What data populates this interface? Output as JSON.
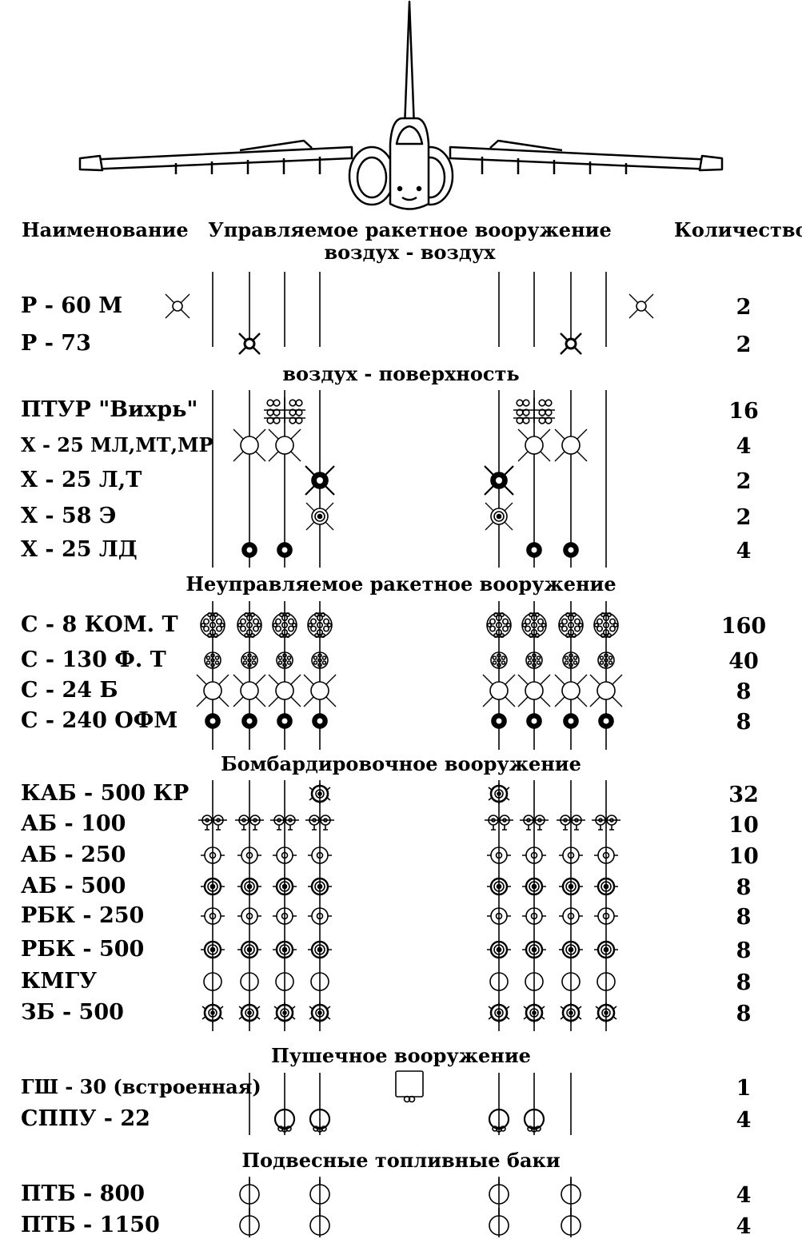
{
  "headers": {
    "name": "Наименование",
    "weapons_line1": "Управляемое ракетное вооружение",
    "weapons_line2": "воздух - воздух",
    "quantity": "Количество"
  },
  "sections": [
    {
      "title": "",
      "rows": [
        {
          "name": "Р - 60 М",
          "quantity": "2",
          "icon": "cross-small-icon",
          "stations": [
            1,
            11
          ]
        },
        {
          "name": "Р - 73",
          "quantity": "2",
          "icon": "cross-dark-small-icon",
          "stations": [
            3,
            9
          ]
        }
      ]
    },
    {
      "title": "воздух - поверхность",
      "rows": [
        {
          "name": "ПТУР \"Вихрь\"",
          "quantity": "16",
          "icon": "atgm-rack-icon",
          "stations": [
            4,
            8
          ]
        },
        {
          "name": "Х - 25 МЛ,МТ,МР",
          "quantity": "4",
          "icon": "cross-large-icon",
          "stations": [
            3,
            4,
            8,
            9
          ]
        },
        {
          "name": "Х - 25 Л,Т",
          "quantity": "2",
          "icon": "cross-bold-icon",
          "stations": [
            5,
            7
          ]
        },
        {
          "name": "Х - 58 Э",
          "quantity": "2",
          "icon": "cross-target-icon",
          "stations": [
            5,
            7
          ]
        },
        {
          "name": "Х - 25 ЛД",
          "quantity": "4",
          "icon": "black-dot-icon",
          "stations": [
            3,
            4,
            8,
            9
          ]
        }
      ]
    },
    {
      "title": "Неуправляемое ракетное вооружение",
      "rows": [
        {
          "name": "С - 8 КОМ. Т",
          "quantity": "160",
          "icon": "pod-large-icon",
          "stations": [
            2,
            3,
            4,
            5,
            7,
            8,
            9,
            10
          ]
        },
        {
          "name": "С - 130 Ф. Т",
          "quantity": "40",
          "icon": "pod-small-icon",
          "stations": [
            2,
            3,
            4,
            5,
            7,
            8,
            9,
            10
          ]
        },
        {
          "name": "С - 24 Б",
          "quantity": "8",
          "icon": "cross-large-icon",
          "stations": [
            2,
            3,
            4,
            5,
            7,
            8,
            9,
            10
          ]
        },
        {
          "name": "С - 240 ОФМ",
          "quantity": "8",
          "icon": "black-dot-icon",
          "stations": [
            2,
            3,
            4,
            5,
            7,
            8,
            9,
            10
          ]
        }
      ]
    },
    {
      "title": "Бомбардировочное вооружение",
      "rows": [
        {
          "name": "КАБ - 500 КР",
          "quantity": "32",
          "icon": "bomb-finned-icon",
          "stations": [
            5,
            7
          ]
        },
        {
          "name": "АБ - 100",
          "quantity": "10",
          "icon": "bomb-pair-icon",
          "stations": [
            2,
            3,
            4,
            5,
            7,
            8,
            9,
            10
          ]
        },
        {
          "name": "АБ - 250",
          "quantity": "10",
          "icon": "bomb-light-icon",
          "stations": [
            2,
            3,
            4,
            5,
            7,
            8,
            9,
            10
          ]
        },
        {
          "name": "АБ - 500",
          "quantity": "8",
          "icon": "bomb-dark-icon",
          "stations": [
            2,
            3,
            4,
            5,
            7,
            8,
            9,
            10
          ]
        },
        {
          "name": "РБК - 250",
          "quantity": "8",
          "icon": "bomb-light-icon",
          "stations": [
            2,
            3,
            4,
            5,
            7,
            8,
            9,
            10
          ]
        },
        {
          "name": "РБК - 500",
          "quantity": "8",
          "icon": "bomb-dark-icon",
          "stations": [
            2,
            3,
            4,
            5,
            7,
            8,
            9,
            10
          ]
        },
        {
          "name": "КМГУ",
          "quantity": "8",
          "icon": "open-circle-icon",
          "stations": [
            2,
            3,
            4,
            5,
            7,
            8,
            9,
            10
          ]
        },
        {
          "name": "ЗБ - 500",
          "quantity": "8",
          "icon": "bomb-finned-icon",
          "stations": [
            2,
            3,
            4,
            5,
            7,
            8,
            9,
            10
          ]
        }
      ]
    },
    {
      "title": "Пушечное вооружение",
      "rows": [
        {
          "name": "ГШ - 30 (встроенная)",
          "quantity": "1",
          "icon": "gun-box-icon",
          "stations": [
            6
          ]
        },
        {
          "name": "СППУ - 22",
          "quantity": "4",
          "icon": "gun-pod-icon",
          "stations": [
            4,
            5,
            7,
            8
          ]
        }
      ]
    },
    {
      "title": "Подвесные топливные баки",
      "rows": [
        {
          "name": "ПТБ - 800",
          "quantity": "4",
          "icon": "tank-circle-icon",
          "stations": [
            3,
            5,
            7,
            9
          ]
        },
        {
          "name": "ПТБ - 1150",
          "quantity": "4",
          "icon": "tank-circle-icon",
          "stations": [
            3,
            5,
            7,
            9
          ]
        }
      ]
    }
  ]
}
